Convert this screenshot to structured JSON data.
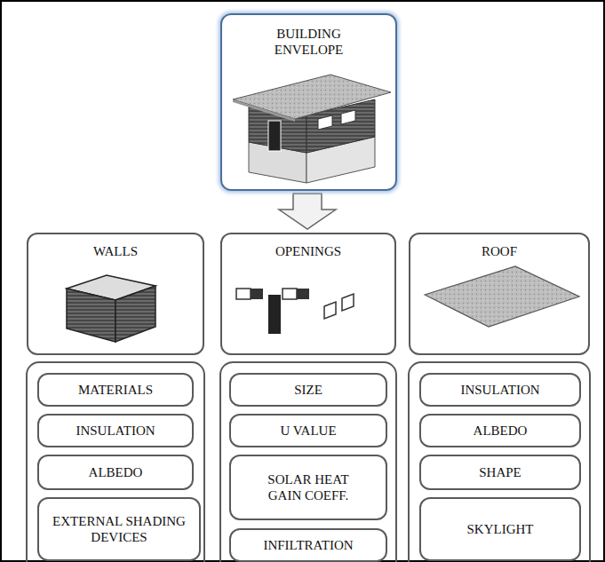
{
  "diagram": {
    "nodes": [
      {
        "text": [
          "BUILDING ENVELOPE"
        ]
      },
      {
        "text": [
          "WALLS"
        ]
      },
      {
        "text": [
          "OPENINGS"
        ]
      },
      {
        "text": [
          "ROOF"
        ]
      },
      {
        "text": [
          "MATERIALS"
        ]
      },
      {
        "text": [
          "INSULATION"
        ]
      },
      {
        "text": [
          "ALBEDO"
        ]
      },
      {
        "text": [
          "EXTERNAL SHADING DEVICES"
        ]
      },
      {
        "text": [
          "SIZE"
        ]
      },
      {
        "text": [
          "U VALUE"
        ]
      },
      {
        "text": [
          "SOLAR HEAT GAIN COEFF."
        ]
      },
      {
        "text": [
          "INFILTRATION"
        ]
      },
      {
        "text": [
          "INSULATION"
        ]
      },
      {
        "text": [
          "ALBEDO"
        ]
      },
      {
        "text": [
          "SHAPE"
        ]
      },
      {
        "text": [
          "SKYLIGHT"
        ]
      }
    ]
  }
}
